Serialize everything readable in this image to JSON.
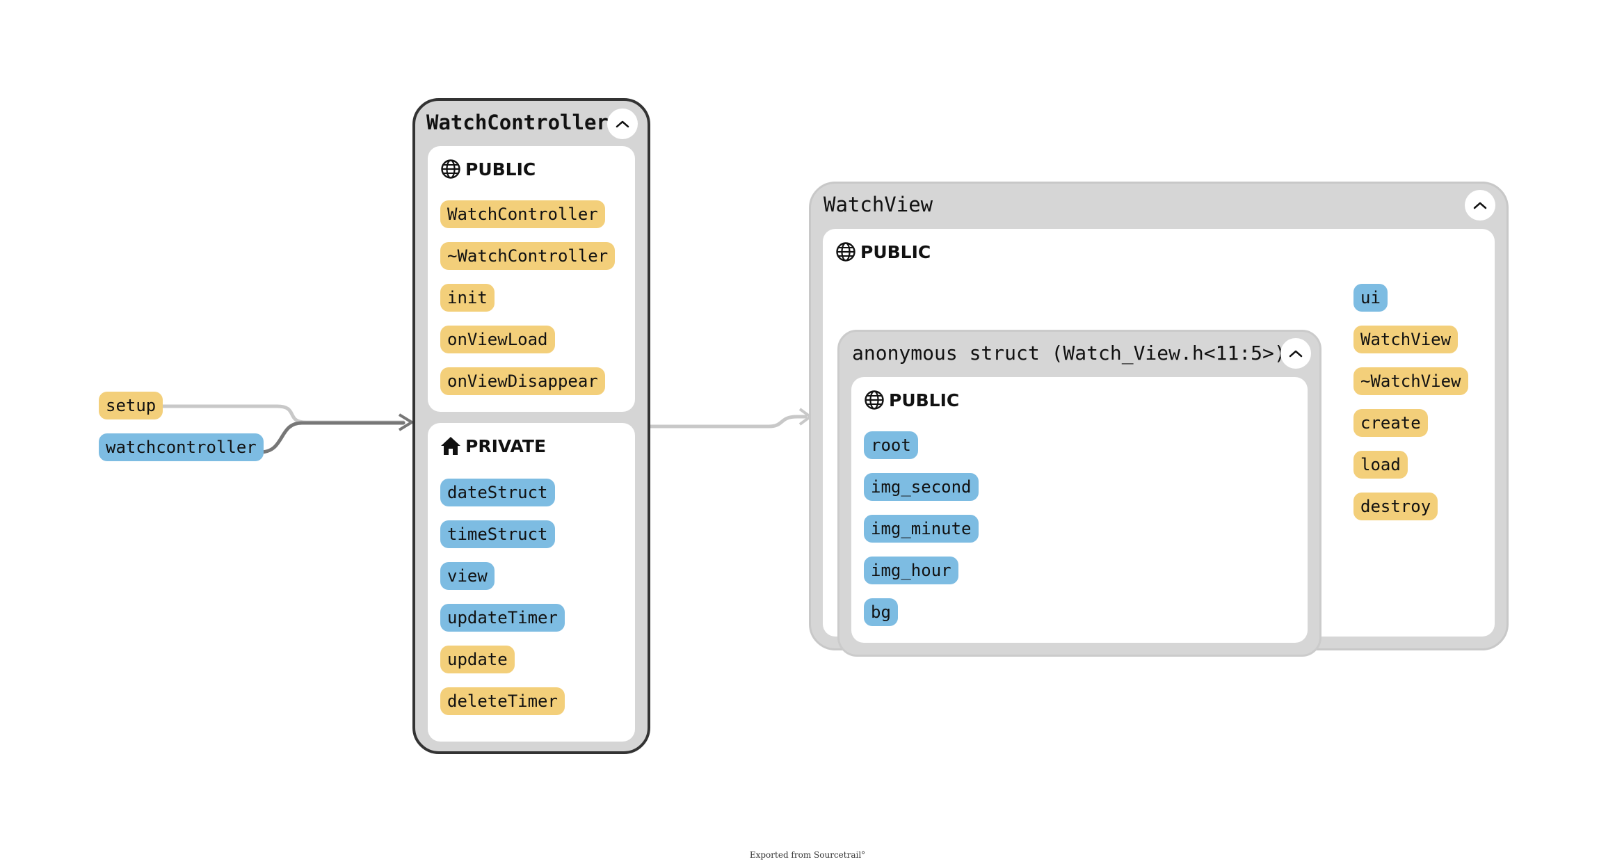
{
  "callers": {
    "setup": "setup",
    "watchcontroller": "watchcontroller"
  },
  "watch_controller": {
    "title": "WatchController",
    "public": {
      "label": "PUBLIC",
      "members": [
        "WatchController",
        "~WatchController",
        "init",
        "onViewLoad",
        "onViewDisappear"
      ]
    },
    "private": {
      "label": "PRIVATE",
      "members": [
        "dateStruct",
        "timeStruct",
        "view",
        "updateTimer",
        "update",
        "deleteTimer"
      ]
    }
  },
  "watch_view": {
    "title": "WatchView",
    "public": {
      "label": "PUBLIC",
      "members": [
        "ui",
        "WatchView",
        "~WatchView",
        "create",
        "load",
        "destroy"
      ]
    },
    "anonymous_struct": {
      "title": "anonymous struct (Watch_View.h<11:5>)",
      "public": {
        "label": "PUBLIC",
        "members": [
          "root",
          "img_second",
          "img_minute",
          "img_hour",
          "bg"
        ]
      }
    }
  },
  "colors": {
    "function": "#f3cf7a",
    "variable": "#7dbce2",
    "container": "#d6d6d6",
    "edge": "#c8c8c8"
  },
  "icons": {
    "public": "globe-icon",
    "private": "house-icon",
    "collapse": "chevron-up-icon"
  },
  "footer": "Exported from Sourcetrail°"
}
